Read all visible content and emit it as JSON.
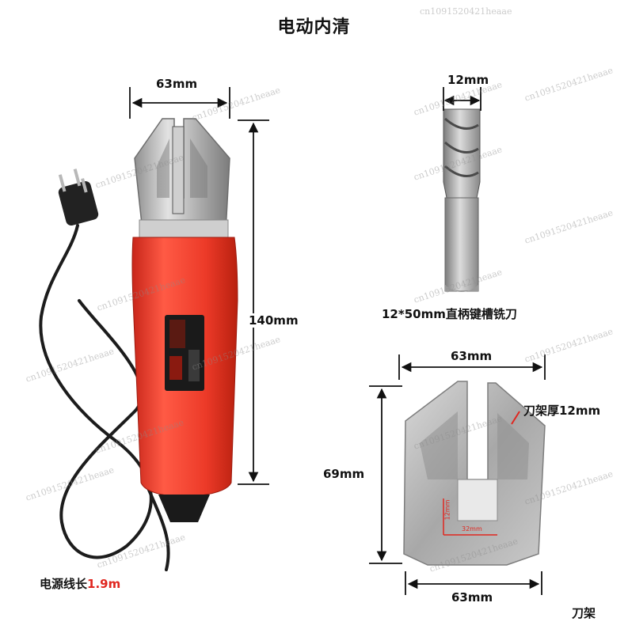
{
  "title": "电动内清",
  "tool": {
    "width_label": "63mm",
    "height_label": "140mm",
    "cord_label_text": "电源线长",
    "cord_length": "1.9m"
  },
  "bit": {
    "diameter_label": "12mm",
    "name": "12*50mm直柄键槽铣刀"
  },
  "holder": {
    "top_width_label": "63mm",
    "bottom_width_label": "63mm",
    "height_label": "69mm",
    "thickness_label": "刀架厚12mm",
    "inner_width_label": "32mm",
    "inner_height_label": "12mm",
    "caption": "刀架"
  },
  "watermark": "cn1091520421heaae",
  "colors": {
    "tool_body": "#ee3a2a",
    "metal": "#b9b9b9",
    "accent_red": "#e0261f"
  }
}
